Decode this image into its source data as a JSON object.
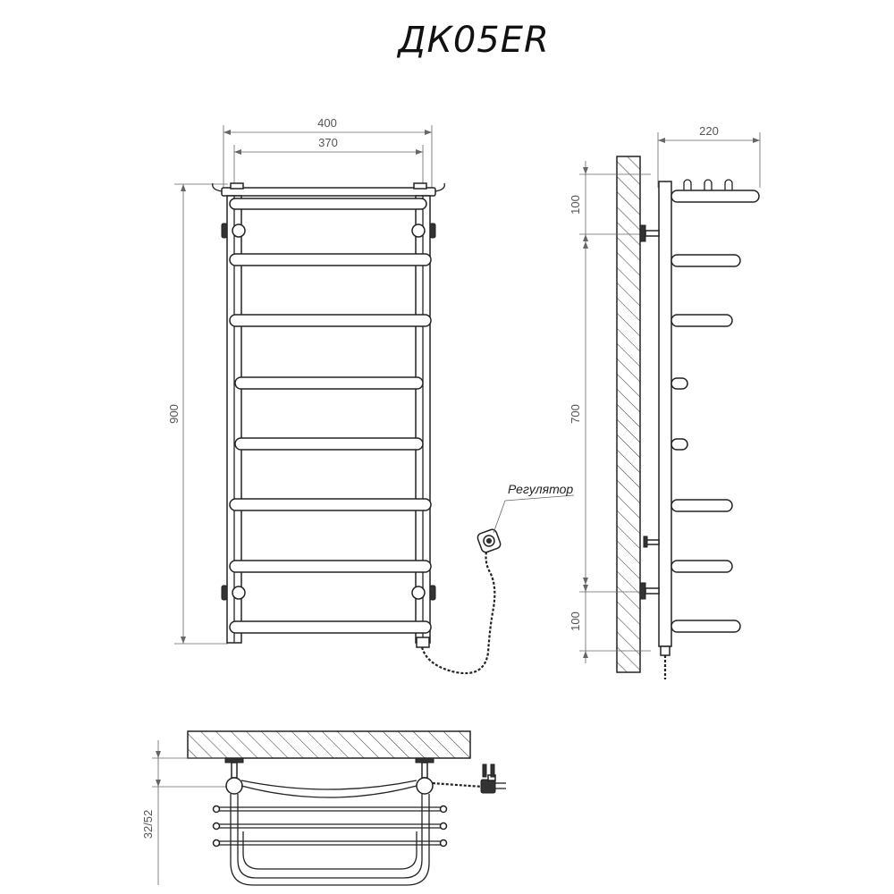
{
  "title": "ДК05ER",
  "labels": {
    "regulator": "Регулятор"
  },
  "dimensions": {
    "total_width": "400",
    "center_width": "370",
    "total_height": "900",
    "depth": "220",
    "side_top": "100",
    "side_center": "700",
    "side_bottom": "100",
    "wall_gap": "32/52"
  },
  "colors": {
    "line": "#222222",
    "dimension": "#666666",
    "background": "#ffffff"
  }
}
